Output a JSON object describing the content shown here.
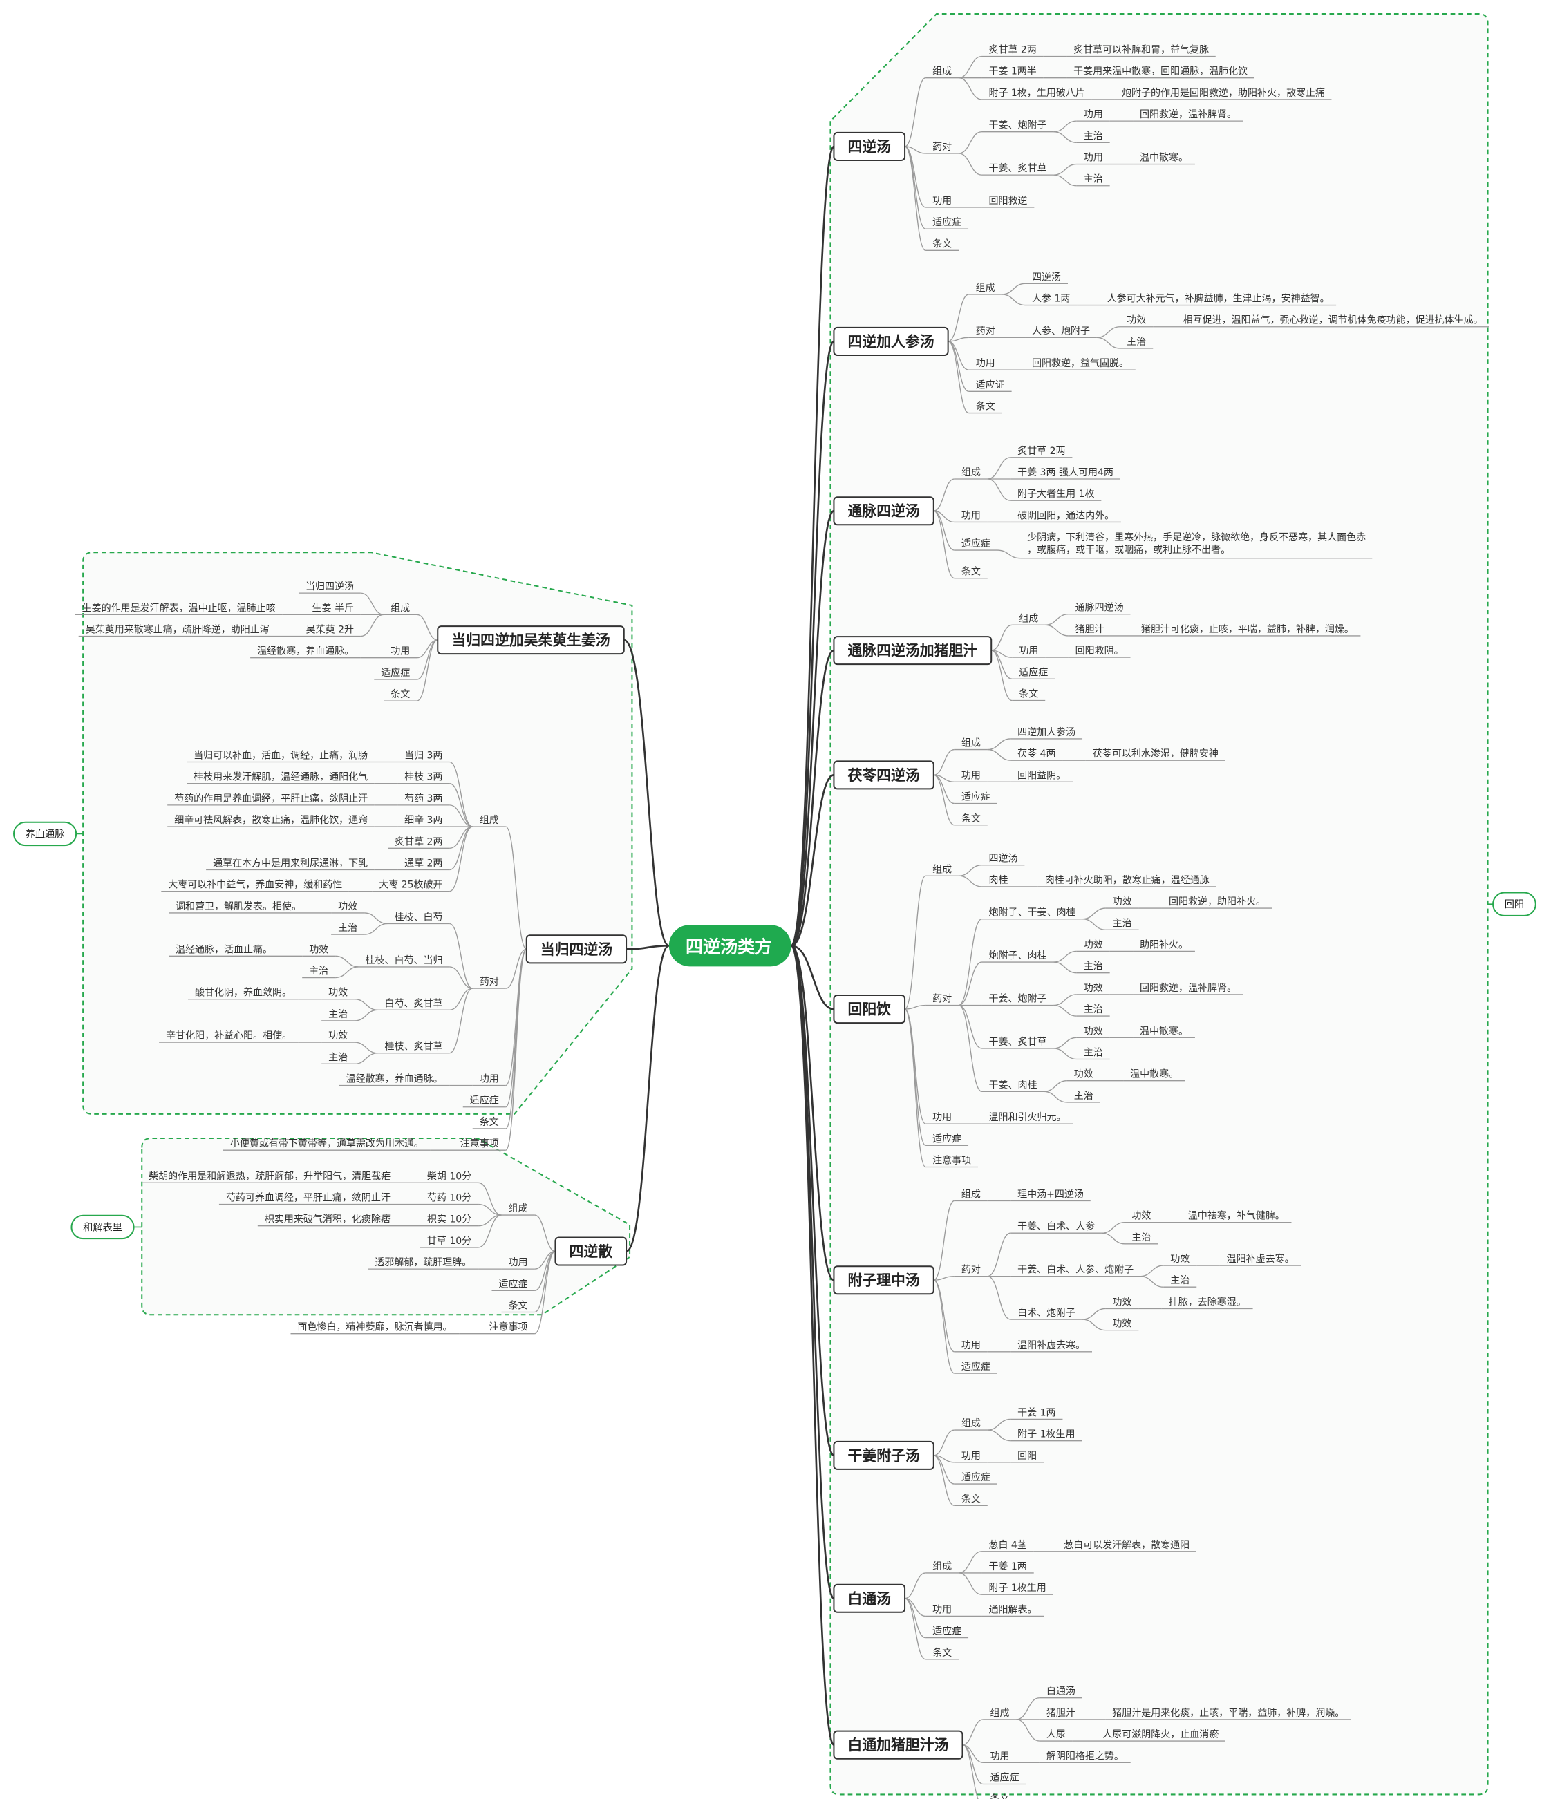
{
  "root": "四逆汤类方",
  "colors": {
    "root_fill": "#1faa4f",
    "root_text": "#ffffff",
    "frame": "#27a84d",
    "frame_fill": "#fafbfa",
    "branch_line": "#333333",
    "leaf_line": "#9a9a9a",
    "text": "#333333"
  },
  "group_labels": {
    "right": "回阳",
    "left_top": "养血通脉",
    "left_bottom": "和解表里"
  },
  "right_branches": [
    {
      "title": "四逆汤",
      "children": [
        {
          "t": "组成",
          "c": [
            {
              "t": "炙甘草 2两",
              "c": [
                {
                  "t": "炙甘草可以补脾和胃，益气复脉"
                }
              ]
            },
            {
              "t": "干姜 1两半",
              "c": [
                {
                  "t": "干姜用来温中散寒，回阳通脉，温肺化饮"
                }
              ]
            },
            {
              "t": "附子 1枚，生用破八片",
              "c": [
                {
                  "t": "炮附子的作用是回阳救逆，助阳补火，散寒止痛"
                }
              ]
            }
          ]
        },
        {
          "t": "药对",
          "c": [
            {
              "t": "干姜、炮附子",
              "c": [
                {
                  "t": "功用",
                  "c": [
                    {
                      "t": "回阳救逆，温补脾肾。"
                    }
                  ]
                },
                {
                  "t": "主治"
                }
              ]
            },
            {
              "t": "干姜、炙甘草",
              "c": [
                {
                  "t": "功用",
                  "c": [
                    {
                      "t": "温中散寒。"
                    }
                  ]
                },
                {
                  "t": "主治"
                }
              ]
            }
          ]
        },
        {
          "t": "功用",
          "c": [
            {
              "t": "回阳救逆"
            }
          ]
        },
        {
          "t": "适应症"
        },
        {
          "t": "条文"
        }
      ]
    },
    {
      "title": "四逆加人参汤",
      "children": [
        {
          "t": "组成",
          "c": [
            {
              "t": "四逆汤"
            },
            {
              "t": "人参 1两",
              "c": [
                {
                  "t": "人参可大补元气，补脾益肺，生津止渴，安神益智。"
                }
              ]
            }
          ]
        },
        {
          "t": "药对",
          "c": [
            {
              "t": "人参、炮附子",
              "c": [
                {
                  "t": "功效",
                  "c": [
                    {
                      "t": "相互促进，温阳益气，强心救逆，调节机体免疫功能，促进抗体生成。"
                    }
                  ]
                },
                {
                  "t": "主治"
                }
              ]
            }
          ]
        },
        {
          "t": "功用",
          "c": [
            {
              "t": "回阳救逆，益气固脱。"
            }
          ]
        },
        {
          "t": "适应证"
        },
        {
          "t": "条文"
        }
      ]
    },
    {
      "title": "通脉四逆汤",
      "children": [
        {
          "t": "组成",
          "c": [
            {
              "t": "炙甘草 2两"
            },
            {
              "t": "干姜 3两 强人可用4两"
            },
            {
              "t": "附子大者生用 1枚"
            }
          ]
        },
        {
          "t": "功用",
          "c": [
            {
              "t": "破阴回阳，通达内外。"
            }
          ]
        },
        {
          "t": "适应症",
          "c": [
            {
              "t": "少阴病，下利清谷，里寒外热，手足逆冷，脉微欲绝，身反不恶寒，其人面色赤，或腹痛，或干呕，或咽痛，或利止脉不出者。"
            }
          ]
        },
        {
          "t": "条文"
        }
      ]
    },
    {
      "title": "通脉四逆汤加猪胆汁",
      "children": [
        {
          "t": "组成",
          "c": [
            {
              "t": "通脉四逆汤"
            },
            {
              "t": "猪胆汁",
              "c": [
                {
                  "t": "猪胆汁可化痰，止咳，平喘，益肺，补脾，润燥。"
                }
              ]
            }
          ]
        },
        {
          "t": "功用",
          "c": [
            {
              "t": "回阳救阴。"
            }
          ]
        },
        {
          "t": "适应症"
        },
        {
          "t": "条文"
        }
      ]
    },
    {
      "title": "茯苓四逆汤",
      "children": [
        {
          "t": "组成",
          "c": [
            {
              "t": "四逆加人参汤"
            },
            {
              "t": "茯苓 4两",
              "c": [
                {
                  "t": "茯苓可以利水渗湿，健脾安神"
                }
              ]
            }
          ]
        },
        {
          "t": "功用",
          "c": [
            {
              "t": "回阳益阴。"
            }
          ]
        },
        {
          "t": "适应症"
        },
        {
          "t": "条文"
        }
      ]
    },
    {
      "title": "回阳饮",
      "children": [
        {
          "t": "组成",
          "c": [
            {
              "t": "四逆汤"
            },
            {
              "t": "肉桂",
              "c": [
                {
                  "t": "肉桂可补火助阳，散寒止痛，温经通脉"
                }
              ]
            }
          ]
        },
        {
          "t": "药对",
          "c": [
            {
              "t": "炮附子、干姜、肉桂",
              "c": [
                {
                  "t": "功效",
                  "c": [
                    {
                      "t": "回阳救逆，助阳补火。"
                    }
                  ]
                },
                {
                  "t": "主治"
                }
              ]
            },
            {
              "t": "炮附子、肉桂",
              "c": [
                {
                  "t": "功效",
                  "c": [
                    {
                      "t": "助阳补火。"
                    }
                  ]
                },
                {
                  "t": "主治"
                }
              ]
            },
            {
              "t": "干姜、炮附子",
              "c": [
                {
                  "t": "功效",
                  "c": [
                    {
                      "t": "回阳救逆，温补脾肾。"
                    }
                  ]
                },
                {
                  "t": "主治"
                }
              ]
            },
            {
              "t": "干姜、炙甘草",
              "c": [
                {
                  "t": "功效",
                  "c": [
                    {
                      "t": "温中散寒。"
                    }
                  ]
                },
                {
                  "t": "主治"
                }
              ]
            },
            {
              "t": "干姜、肉桂",
              "c": [
                {
                  "t": "功效",
                  "c": [
                    {
                      "t": "温中散寒。"
                    }
                  ]
                },
                {
                  "t": "主治"
                }
              ]
            }
          ]
        },
        {
          "t": "功用",
          "c": [
            {
              "t": "温阳和引火归元。"
            }
          ]
        },
        {
          "t": "适应症"
        },
        {
          "t": "注意事项"
        }
      ]
    },
    {
      "title": "附子理中汤",
      "children": [
        {
          "t": "组成",
          "c": [
            {
              "t": "理中汤+四逆汤"
            }
          ]
        },
        {
          "t": "药对",
          "c": [
            {
              "t": "干姜、白术、人参",
              "c": [
                {
                  "t": "功效",
                  "c": [
                    {
                      "t": "温中祛寒，补气健脾。"
                    }
                  ]
                },
                {
                  "t": "主治"
                }
              ]
            },
            {
              "t": "干姜、白术、人参、炮附子",
              "c": [
                {
                  "t": "功效",
                  "c": [
                    {
                      "t": "温阳补虚去寒。"
                    }
                  ]
                },
                {
                  "t": "主治"
                }
              ]
            },
            {
              "t": "白术、炮附子",
              "c": [
                {
                  "t": "功效",
                  "c": [
                    {
                      "t": "排脓，去除寒湿。"
                    }
                  ]
                },
                {
                  "t": "功效"
                }
              ]
            }
          ]
        },
        {
          "t": "功用",
          "c": [
            {
              "t": "温阳补虚去寒。"
            }
          ]
        },
        {
          "t": "适应症"
        }
      ]
    },
    {
      "title": "干姜附子汤",
      "children": [
        {
          "t": "组成",
          "c": [
            {
              "t": "干姜 1两"
            },
            {
              "t": "附子 1枚生用"
            }
          ]
        },
        {
          "t": "功用",
          "c": [
            {
              "t": "回阳"
            }
          ]
        },
        {
          "t": "适应症"
        },
        {
          "t": "条文"
        }
      ]
    },
    {
      "title": "白通汤",
      "children": [
        {
          "t": "组成",
          "c": [
            {
              "t": "葱白 4茎",
              "c": [
                {
                  "t": "葱白可以发汗解表，散寒通阳"
                }
              ]
            },
            {
              "t": "干姜 1两"
            },
            {
              "t": "附子 1枚生用"
            }
          ]
        },
        {
          "t": "功用",
          "c": [
            {
              "t": "通阳解表。"
            }
          ]
        },
        {
          "t": "适应症"
        },
        {
          "t": "条文"
        }
      ]
    },
    {
      "title": "白通加猪胆汁汤",
      "children": [
        {
          "t": "组成",
          "c": [
            {
              "t": "白通汤"
            },
            {
              "t": "猪胆汁",
              "c": [
                {
                  "t": "猪胆汁是用来化痰，止咳，平喘，益肺，补脾，润燥。"
                }
              ]
            },
            {
              "t": "人尿",
              "c": [
                {
                  "t": "人尿可滋阴降火，止血消瘀"
                }
              ]
            }
          ]
        },
        {
          "t": "功用",
          "c": [
            {
              "t": "解阴阳格拒之势。"
            }
          ]
        },
        {
          "t": "适应症"
        },
        {
          "t": "条文"
        }
      ]
    }
  ],
  "left_branches": [
    {
      "title": "当归四逆加吴茱萸生姜汤",
      "children": [
        {
          "t": "组成",
          "c": [
            {
              "t": "当归四逆汤"
            },
            {
              "t": "生姜 半斤",
              "c": [
                {
                  "t": "生姜的作用是发汗解表，温中止呕，温肺止咳"
                }
              ]
            },
            {
              "t": "吴茱萸 2升",
              "c": [
                {
                  "t": "吴茱萸用来散寒止痛，疏肝降逆，助阳止泻"
                }
              ]
            }
          ]
        },
        {
          "t": "功用",
          "c": [
            {
              "t": "温经散寒，养血通脉。"
            }
          ]
        },
        {
          "t": "适应症"
        },
        {
          "t": "条文"
        }
      ]
    },
    {
      "title": "当归四逆汤",
      "children": [
        {
          "t": "组成",
          "c": [
            {
              "t": "当归 3两",
              "c": [
                {
                  "t": "当归可以补血，活血，调经，止痛，润肠"
                }
              ]
            },
            {
              "t": "桂枝 3两",
              "c": [
                {
                  "t": "桂枝用来发汗解肌，温经通脉，通阳化气"
                }
              ]
            },
            {
              "t": "芍药 3两",
              "c": [
                {
                  "t": "芍药的作用是养血调经，平肝止痛，敛阴止汗"
                }
              ]
            },
            {
              "t": "细辛 3两",
              "c": [
                {
                  "t": "细辛可祛风解表，散寒止痛，温肺化饮，通窍"
                }
              ]
            },
            {
              "t": "炙甘草 2两"
            },
            {
              "t": "通草 2两",
              "c": [
                {
                  "t": "通草在本方中是用来利尿通淋，下乳"
                }
              ]
            },
            {
              "t": "大枣 25枚破开",
              "c": [
                {
                  "t": "大枣可以补中益气，养血安神，缓和药性"
                }
              ]
            }
          ]
        },
        {
          "t": "药对",
          "c": [
            {
              "t": "桂枝、白芍",
              "c": [
                {
                  "t": "功效",
                  "c": [
                    {
                      "t": "调和营卫，解肌发表。相使。"
                    }
                  ]
                },
                {
                  "t": "主治"
                }
              ]
            },
            {
              "t": "桂枝、白芍、当归",
              "c": [
                {
                  "t": "功效",
                  "c": [
                    {
                      "t": "温经通脉，活血止痛。"
                    }
                  ]
                },
                {
                  "t": "主治"
                }
              ]
            },
            {
              "t": "白芍、炙甘草",
              "c": [
                {
                  "t": "功效",
                  "c": [
                    {
                      "t": "酸甘化阴，养血敛阴。"
                    }
                  ]
                },
                {
                  "t": "主治"
                }
              ]
            },
            {
              "t": "桂枝、炙甘草",
              "c": [
                {
                  "t": "功效",
                  "c": [
                    {
                      "t": "辛甘化阳，补益心阳。相使。"
                    }
                  ]
                },
                {
                  "t": "主治"
                }
              ]
            }
          ]
        },
        {
          "t": "功用",
          "c": [
            {
              "t": "温经散寒，养血通脉。"
            }
          ]
        },
        {
          "t": "适应症"
        },
        {
          "t": "条文"
        },
        {
          "t": "注意事项",
          "c": [
            {
              "t": "小便黄或有带下黄带等，通草需改为川木通。"
            }
          ]
        }
      ]
    },
    {
      "title": "四逆散",
      "children": [
        {
          "t": "组成",
          "c": [
            {
              "t": "柴胡 10分",
              "c": [
                {
                  "t": "柴胡的作用是和解退热，疏肝解郁，升举阳气，清胆截疟"
                }
              ]
            },
            {
              "t": "芍药 10分",
              "c": [
                {
                  "t": "芍药可养血调经，平肝止痛，敛阴止汗"
                }
              ]
            },
            {
              "t": "枳实 10分",
              "c": [
                {
                  "t": "枳实用来破气消积，化痰除痞"
                }
              ]
            },
            {
              "t": "甘草 10分"
            }
          ]
        },
        {
          "t": "功用",
          "c": [
            {
              "t": "透邪解郁，疏肝理脾。"
            }
          ]
        },
        {
          "t": "适应症"
        },
        {
          "t": "条文"
        },
        {
          "t": "注意事项",
          "c": [
            {
              "t": "面色惨白，精神萎靡，脉沉者慎用。"
            }
          ]
        }
      ]
    }
  ]
}
